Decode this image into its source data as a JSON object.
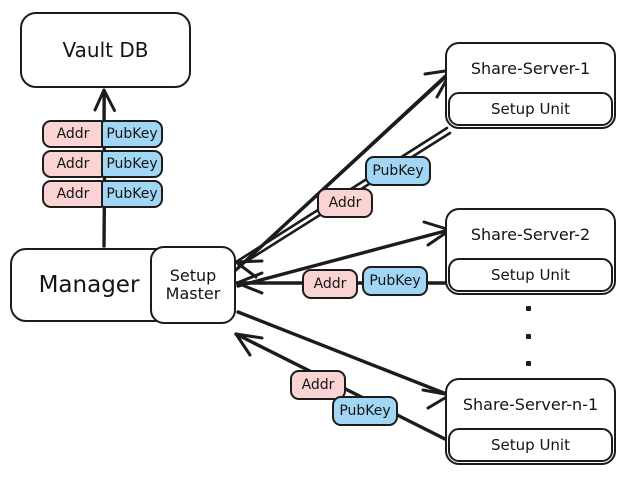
{
  "diagram": {
    "title": "Vault DB / Manager / Share-Server setup architecture",
    "style": "hand-drawn",
    "colors": {
      "stroke": "#1c1c1c",
      "background": "#ffffff",
      "addr_fill": "#fad3d3",
      "pubkey_fill": "#a2d6f5",
      "text": "#141414"
    }
  },
  "nodes": {
    "vault_db": {
      "label": "Vault DB"
    },
    "manager": {
      "label": "Manager"
    },
    "setup_master": {
      "label": "Setup\nMaster",
      "line1": "Setup",
      "line2": "Master"
    },
    "servers": [
      {
        "title": "Share-Server-1",
        "unit": "Setup Unit"
      },
      {
        "title": "Share-Server-2",
        "unit": "Setup Unit"
      },
      {
        "title": "Share-Server-n-1",
        "unit": "Setup Unit"
      }
    ]
  },
  "chips": {
    "addr_label": "Addr",
    "pubkey_label": "PubKey",
    "vault_stack": [
      {
        "addr": "Addr",
        "pubkey": "PubKey"
      },
      {
        "addr": "Addr",
        "pubkey": "PubKey"
      },
      {
        "addr": "Addr",
        "pubkey": "PubKey"
      }
    ],
    "server_pairs": [
      {
        "addr": "Addr",
        "pubkey": "PubKey"
      },
      {
        "addr": "Addr",
        "pubkey": "PubKey"
      },
      {
        "addr": "Addr",
        "pubkey": "PubKey"
      }
    ]
  },
  "ellipsis": {
    "dots": 3
  }
}
